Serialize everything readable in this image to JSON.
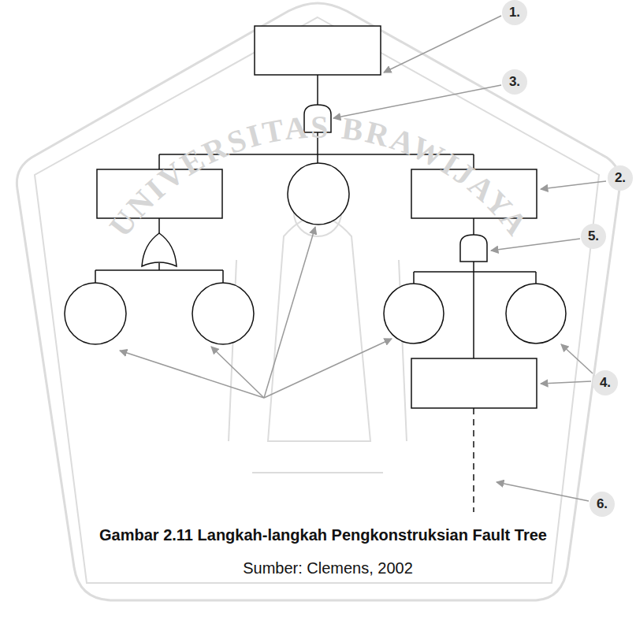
{
  "diagram": {
    "caption": "Gambar 2.11 Langkah-langkah Pengkonstruksian Fault Tree",
    "labels": [
      "1.",
      "3.",
      "2.",
      "5.",
      "4.",
      "6.",
      "UNIVERSITAS BRAWIJAYA",
      "Sumber: Clemens, 2002"
    ]
  }
}
